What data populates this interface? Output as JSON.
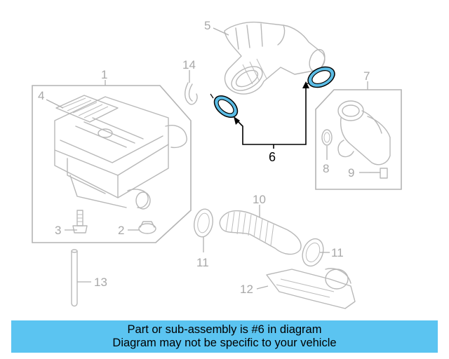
{
  "callouts": {
    "c1": "1",
    "c2": "2",
    "c3": "3",
    "c4": "4",
    "c5": "5",
    "c6": "6",
    "c7": "7",
    "c8": "8",
    "c9": "9",
    "c10": "10",
    "c11a": "11",
    "c11b": "11",
    "c12": "12",
    "c13": "13",
    "c14": "14"
  },
  "highlight_color": "#5bbde6",
  "banner": {
    "color": "#5bc4f1",
    "line1": "Part or sub-assembly is #6 in diagram",
    "line2": "Diagram may not be specific to your vehicle"
  }
}
